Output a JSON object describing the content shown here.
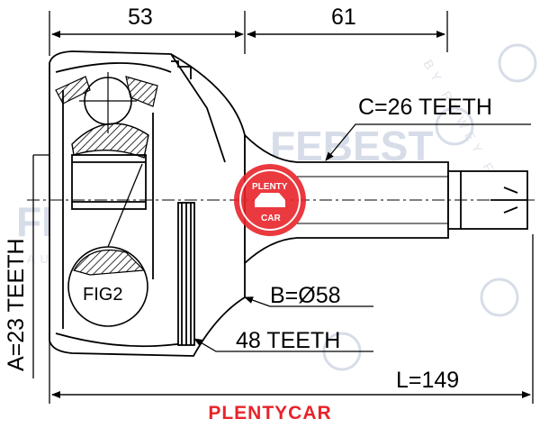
{
  "dimensions": {
    "left_length": "53",
    "right_length": "61",
    "total_length": "L=149",
    "outer_teeth": "C=26 TEETH",
    "inner_teeth": "A=23 TEETH",
    "abs_teeth": "48 TEETH",
    "diameter": "B=Ø58"
  },
  "figure_label": "FIG2",
  "watermark": {
    "brand": "FEBEST",
    "sub": "AUTO PARTS",
    "arc": "BY RUWEY FEBEST"
  },
  "badge": {
    "top": "PLENTY",
    "bottom": "CAR",
    "color": "#e8232a"
  },
  "footer_brand": "PLENTYCAR"
}
